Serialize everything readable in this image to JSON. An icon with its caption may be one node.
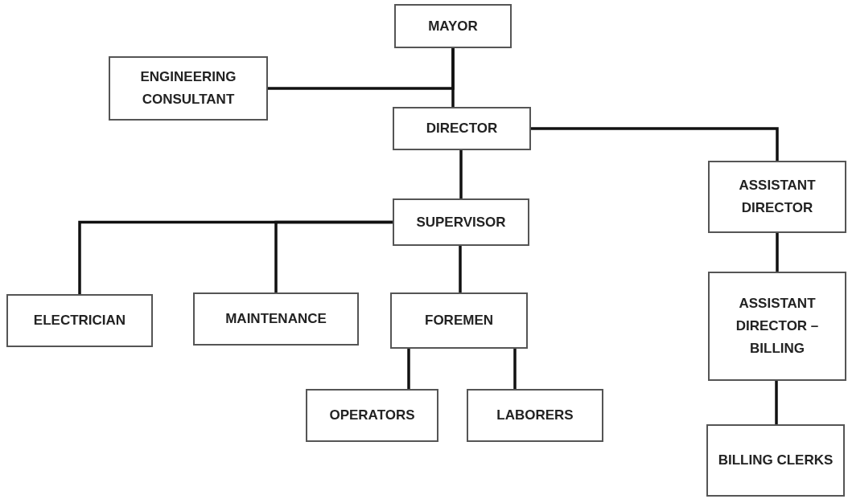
{
  "diagram": {
    "nodes": [
      {
        "text": [
          "MAYOR"
        ]
      },
      {
        "text": [
          "ENGINEERING CONSULTANT"
        ]
      },
      {
        "text": [
          "DIRECTOR"
        ]
      },
      {
        "text": [
          "SUPERVISOR"
        ]
      },
      {
        "text": [
          "ASSISTANT DIRECTOR"
        ]
      },
      {
        "text": [
          "ELECTRICIAN"
        ]
      },
      {
        "text": [
          "MAINTENANCE"
        ]
      },
      {
        "text": [
          "FOREMEN"
        ]
      },
      {
        "text": [
          "ASSISTANT DIRECTOR – BILLING"
        ]
      },
      {
        "text": [
          "OPERATORS"
        ]
      },
      {
        "text": [
          "LABORERS"
        ]
      },
      {
        "text": [
          "BILLING CLERKS"
        ]
      }
    ],
    "edges": [
      {
        "from": 0,
        "to": 2,
        "arrow": "none"
      },
      {
        "from": 0,
        "to": 1,
        "arrow": "none"
      },
      {
        "from": 2,
        "to": 4,
        "arrow": "none"
      },
      {
        "from": 2,
        "to": 3,
        "arrow": "none"
      },
      {
        "from": 3,
        "to": 5,
        "arrow": "none"
      },
      {
        "from": 3,
        "to": 6,
        "arrow": "none"
      },
      {
        "from": 3,
        "to": 7,
        "arrow": "none"
      },
      {
        "from": 7,
        "to": 9,
        "arrow": "none"
      },
      {
        "from": 7,
        "to": 10,
        "arrow": "none"
      },
      {
        "from": 4,
        "to": 8,
        "arrow": "none"
      },
      {
        "from": 8,
        "to": 11,
        "arrow": "none"
      }
    ]
  }
}
